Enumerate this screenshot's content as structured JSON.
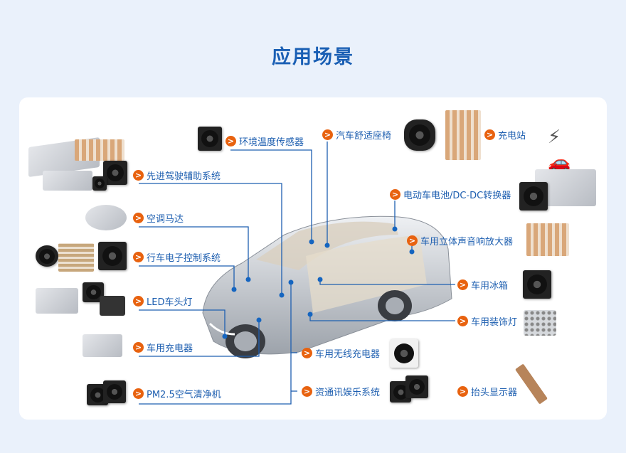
{
  "title": "应用场景",
  "colors": {
    "accent": "#e8620f",
    "text": "#1e5fb0",
    "background": "#eaf1fb"
  },
  "icon": "chevron-right-icon",
  "arrow_glyph": ">",
  "labels": [
    {
      "id": "env-temp-sensor",
      "text": "环境温度传感器"
    },
    {
      "id": "comfort-seat",
      "text": "汽车舒适座椅"
    },
    {
      "id": "charging-station",
      "text": "充电站"
    },
    {
      "id": "adas",
      "text": "先进驾驶辅助系统"
    },
    {
      "id": "ev-battery-dcdc",
      "text": "电动车电池/DC-DC转换器"
    },
    {
      "id": "ac-motor",
      "text": "空调马达"
    },
    {
      "id": "stereo-amplifier",
      "text": "车用立体声音响放大器"
    },
    {
      "id": "ecu",
      "text": "行车电子控制系统"
    },
    {
      "id": "car-fridge",
      "text": "车用冰箱"
    },
    {
      "id": "led-headlight",
      "text": "LED车头灯"
    },
    {
      "id": "decor-light",
      "text": "车用装饰灯"
    },
    {
      "id": "car-charger",
      "text": "车用充电器"
    },
    {
      "id": "wireless-charger",
      "text": "车用无线充电器"
    },
    {
      "id": "pm25-purifier",
      "text": "PM2.5空气清净机"
    },
    {
      "id": "infotainment",
      "text": "资通讯娱乐系统"
    },
    {
      "id": "hud",
      "text": "抬头显示器"
    }
  ]
}
